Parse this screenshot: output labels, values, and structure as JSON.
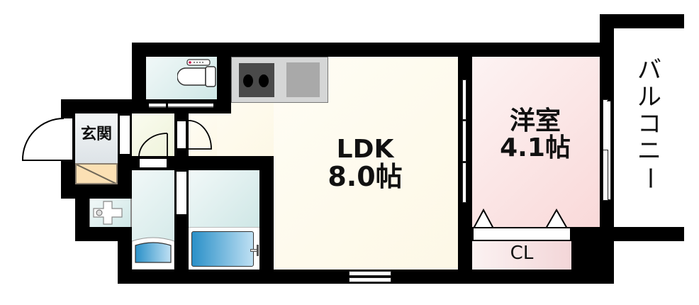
{
  "floorplan": {
    "rooms": {
      "ldk": {
        "name": "LDK",
        "size": "8.0帖"
      },
      "western": {
        "name": "洋室",
        "size": "4.1帖"
      },
      "closet": {
        "name": "CL"
      },
      "entrance": {
        "name": "玄関"
      },
      "balcony": {
        "name": "バルコニー",
        "chars": [
          "バ",
          "ル",
          "コ",
          "ニ",
          "ー"
        ]
      }
    },
    "fixtures": [
      "toilet",
      "kitchen-stove",
      "kitchen-sink",
      "washbasin",
      "bathtub",
      "washing-machine-pan",
      "shoe-box"
    ],
    "colors": {
      "wall": "#000000",
      "ldk_floor": "#fdf8e6",
      "western_floor": "#f9d9d9",
      "wet_area": "#cfe7e6",
      "bathtub": "#2f95cc",
      "shoe_box": "#fbe0b4",
      "stove": "#4a4a4a",
      "sink": "#a9a9a9"
    }
  }
}
